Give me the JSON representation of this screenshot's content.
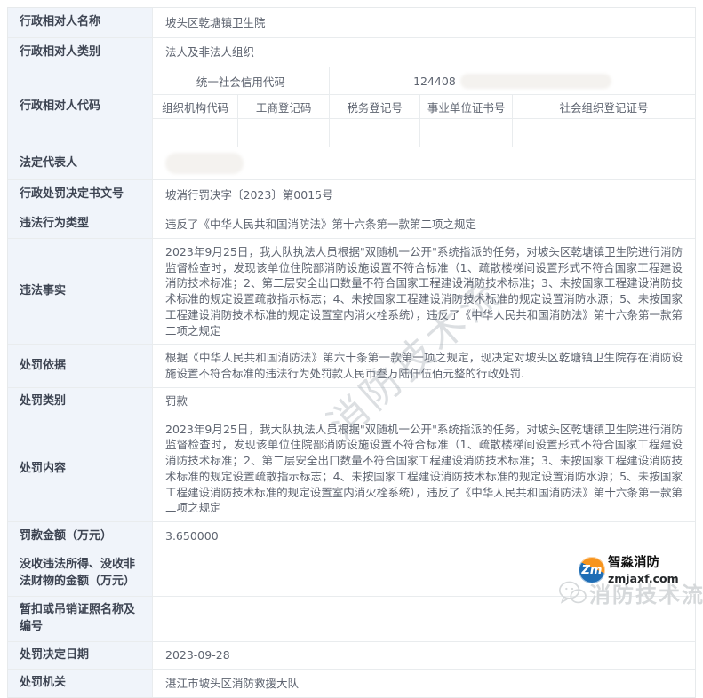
{
  "colors": {
    "label_bg": "#f0f4fa",
    "border": "#e9ecee",
    "brand_orange": "#f7941d",
    "brand_blue": "#1e6db5",
    "watermark_gray": "#d6d9db"
  },
  "rows": {
    "name": {
      "label": "行政相对人名称",
      "value": "坡头区乾塘镇卫生院"
    },
    "category": {
      "label": "行政相对人类别",
      "value": "法人及非法人组织"
    },
    "code": {
      "label": "行政相对人代码",
      "usci_label": "统一社会信用代码",
      "usci_value": "124408",
      "headers": [
        "组织机构代码",
        "工商登记码",
        "税务登记号",
        "事业单位证书号",
        "社会组织登记证号"
      ]
    },
    "legal_rep": {
      "label": "法定代表人"
    },
    "doc_no": {
      "label": "行政处罚决定书文号",
      "value": "坡消行罚决字〔2023〕第0015号"
    },
    "violation_type": {
      "label": "违法行为类型",
      "value": "违反了《中华人民共和国消防法》第十六条第一款第二项之规定"
    },
    "violation_fact": {
      "label": "违法事实",
      "value": "2023年9月25日，我大队执法人员根据\"双随机一公开\"系统指派的任务，对坡头区乾塘镇卫生院进行消防监督检查时，发现该单位住院部消防设施设置不符合标准（1、疏散楼梯间设置形式不符合国家工程建设消防技术标准；2、第二层安全出口数量不符合国家工程建设消防技术标准；3、未按国家工程建设消防技术标准的规定设置疏散指示标志；4、未按国家工程建设消防技术标准的规定设置消防水源；5、未按国家工程建设消防技术标准的规定设置室内消火栓系统），违反了《中华人民共和国消防法》第十六条第一款第二项之规定"
    },
    "penalty_basis": {
      "label": "处罚依据",
      "value": "根据《中华人民共和国消防法》第六十条第一款第一项之规定，现决定对坡头区乾塘镇卫生院存在消防设施设置不符合标准的违法行为处罚款人民币叁万陆仟伍佰元整的行政处罚."
    },
    "penalty_category": {
      "label": "处罚类别",
      "value": "罚款"
    },
    "penalty_content": {
      "label": "处罚内容",
      "value": "2023年9月25日，我大队执法人员根据\"双随机一公开\"系统指派的任务，对坡头区乾塘镇卫生院进行消防监督检查时，发现该单位住院部消防设施设置不符合标准（1、疏散楼梯间设置形式不符合国家工程建设消防技术标准；2、第二层安全出口数量不符合国家工程建设消防技术标准；3、未按国家工程建设消防技术标准的规定设置疏散指示标志；4、未按国家工程建设消防技术标准的规定设置消防水源；5、未按国家工程建设消防技术标准的规定设置室内消火栓系统），违反了《中华人民共和国消防法》第十六条第一款第二项之规定"
    },
    "fine_amount": {
      "label": "罚款金额（万元）",
      "value": "3.650000"
    },
    "confiscation": {
      "label": "没收违法所得、没收非法财物的金额（万元）",
      "value": ""
    },
    "license_revoke": {
      "label": "暂扣或吊销证照名称及编号",
      "value": ""
    },
    "decision_date": {
      "label": "处罚决定日期",
      "value": "2023-09-28"
    },
    "authority": {
      "label": "处罚机关",
      "value": "湛江市坡头区消防救援大队"
    }
  },
  "watermark": {
    "diagonal_text": "消防技术流"
  },
  "footer": {
    "brand_name": "智淼消防",
    "brand_domain": "zmjaxf.com",
    "watermark_text": "消防技术流",
    "logo_monogram": "Zm"
  }
}
